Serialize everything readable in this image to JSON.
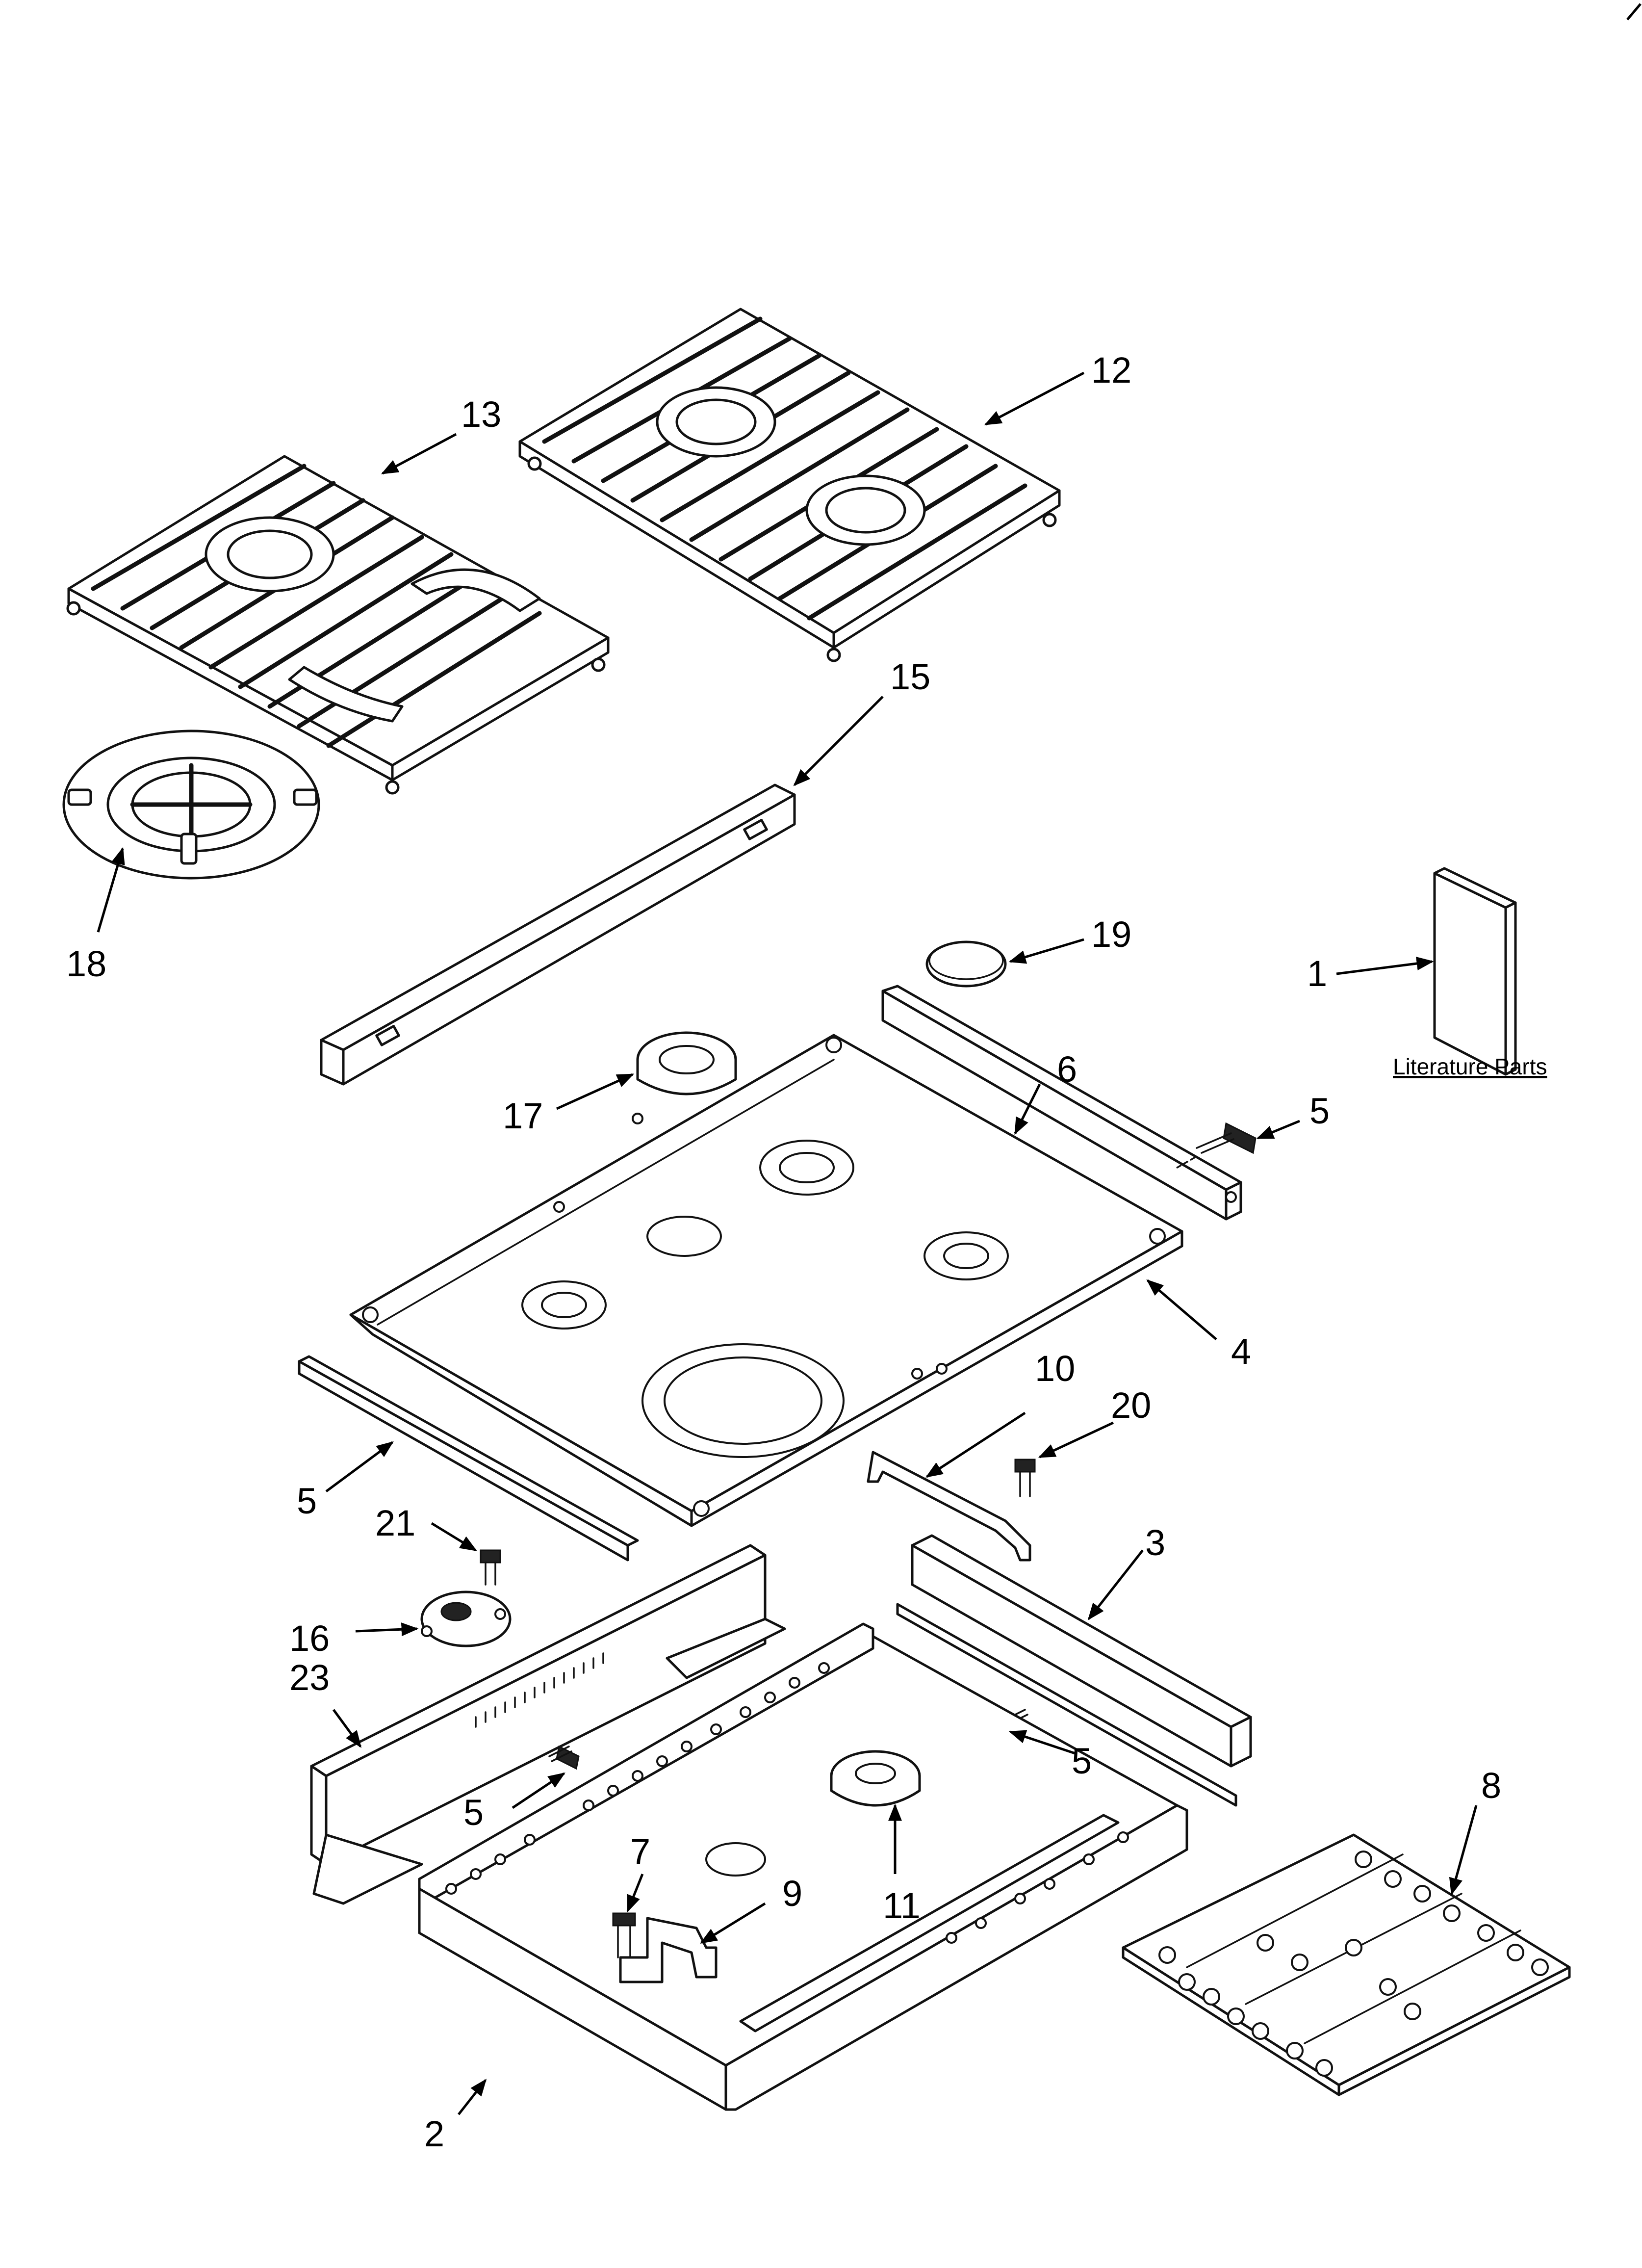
{
  "callouts": [
    {
      "id": "c1",
      "label": "1"
    },
    {
      "id": "c2",
      "label": "2"
    },
    {
      "id": "c3",
      "label": "3"
    },
    {
      "id": "c4",
      "label": "4"
    },
    {
      "id": "c5a",
      "label": "5"
    },
    {
      "id": "c5b",
      "label": "5"
    },
    {
      "id": "c5c",
      "label": "5"
    },
    {
      "id": "c5d",
      "label": "5"
    },
    {
      "id": "c6",
      "label": "6"
    },
    {
      "id": "c7",
      "label": "7"
    },
    {
      "id": "c8",
      "label": "8"
    },
    {
      "id": "c9",
      "label": "9"
    },
    {
      "id": "c10",
      "label": "10"
    },
    {
      "id": "c11",
      "label": "11"
    },
    {
      "id": "c12",
      "label": "12"
    },
    {
      "id": "c13",
      "label": "13"
    },
    {
      "id": "c15",
      "label": "15"
    },
    {
      "id": "c16",
      "label": "16"
    },
    {
      "id": "c17",
      "label": "17"
    },
    {
      "id": "c18",
      "label": "18"
    },
    {
      "id": "c19",
      "label": "19"
    },
    {
      "id": "c20",
      "label": "20"
    },
    {
      "id": "c21",
      "label": "21"
    },
    {
      "id": "c23",
      "label": "23"
    }
  ],
  "literature_label": "Literature Parts",
  "colors": {
    "line": "#111111",
    "background": "#ffffff"
  }
}
